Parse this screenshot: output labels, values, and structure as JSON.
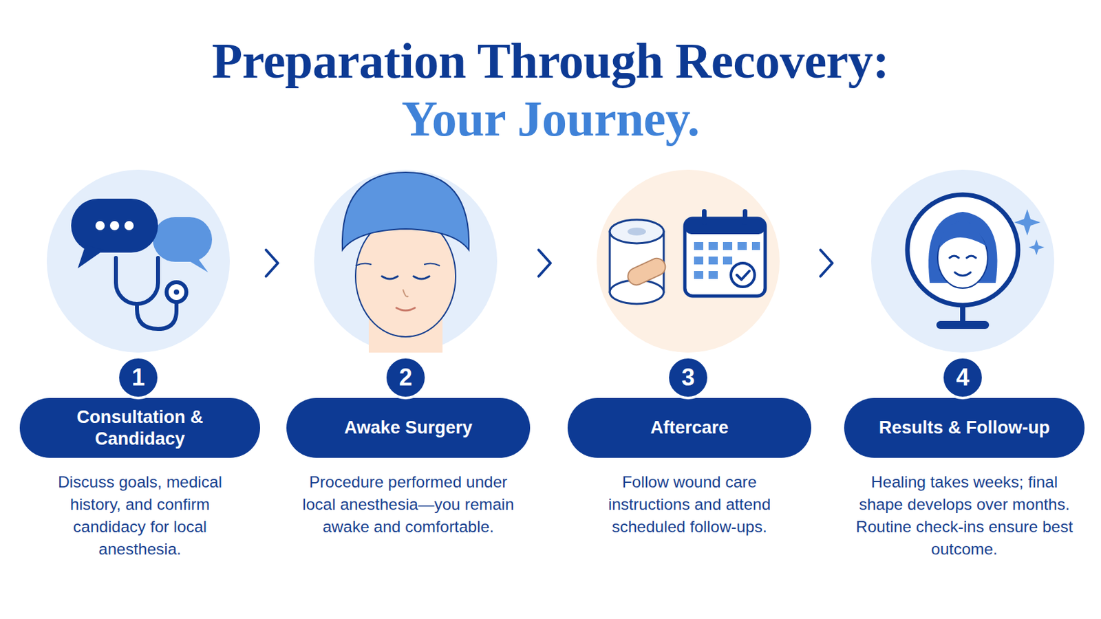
{
  "diagram": {
    "title": "Preparation Through Recovery: Your Journey.",
    "nodes": [
      {
        "text": [
          "1"
        ]
      },
      {
        "text": [
          "Consultation & Candidacy",
          "Discuss goals, medical history, and confirm candidacy for local anesthesia."
        ]
      },
      {
        "text": [
          "2"
        ]
      },
      {
        "text": [
          "Awake Surgery",
          "Procedure performed under local anesthesia—you remain awake and comfortable."
        ]
      },
      {
        "text": [
          "3"
        ]
      },
      {
        "text": [
          "Aftercare",
          "Follow wound care instructions and attend scheduled follow-ups."
        ]
      },
      {
        "text": [
          "4"
        ]
      },
      {
        "text": [
          "Results & Follow-up",
          "Healing takes weeks; final shape develops over months. Routine check-ins ensure best outcome."
        ]
      }
    ]
  }
}
